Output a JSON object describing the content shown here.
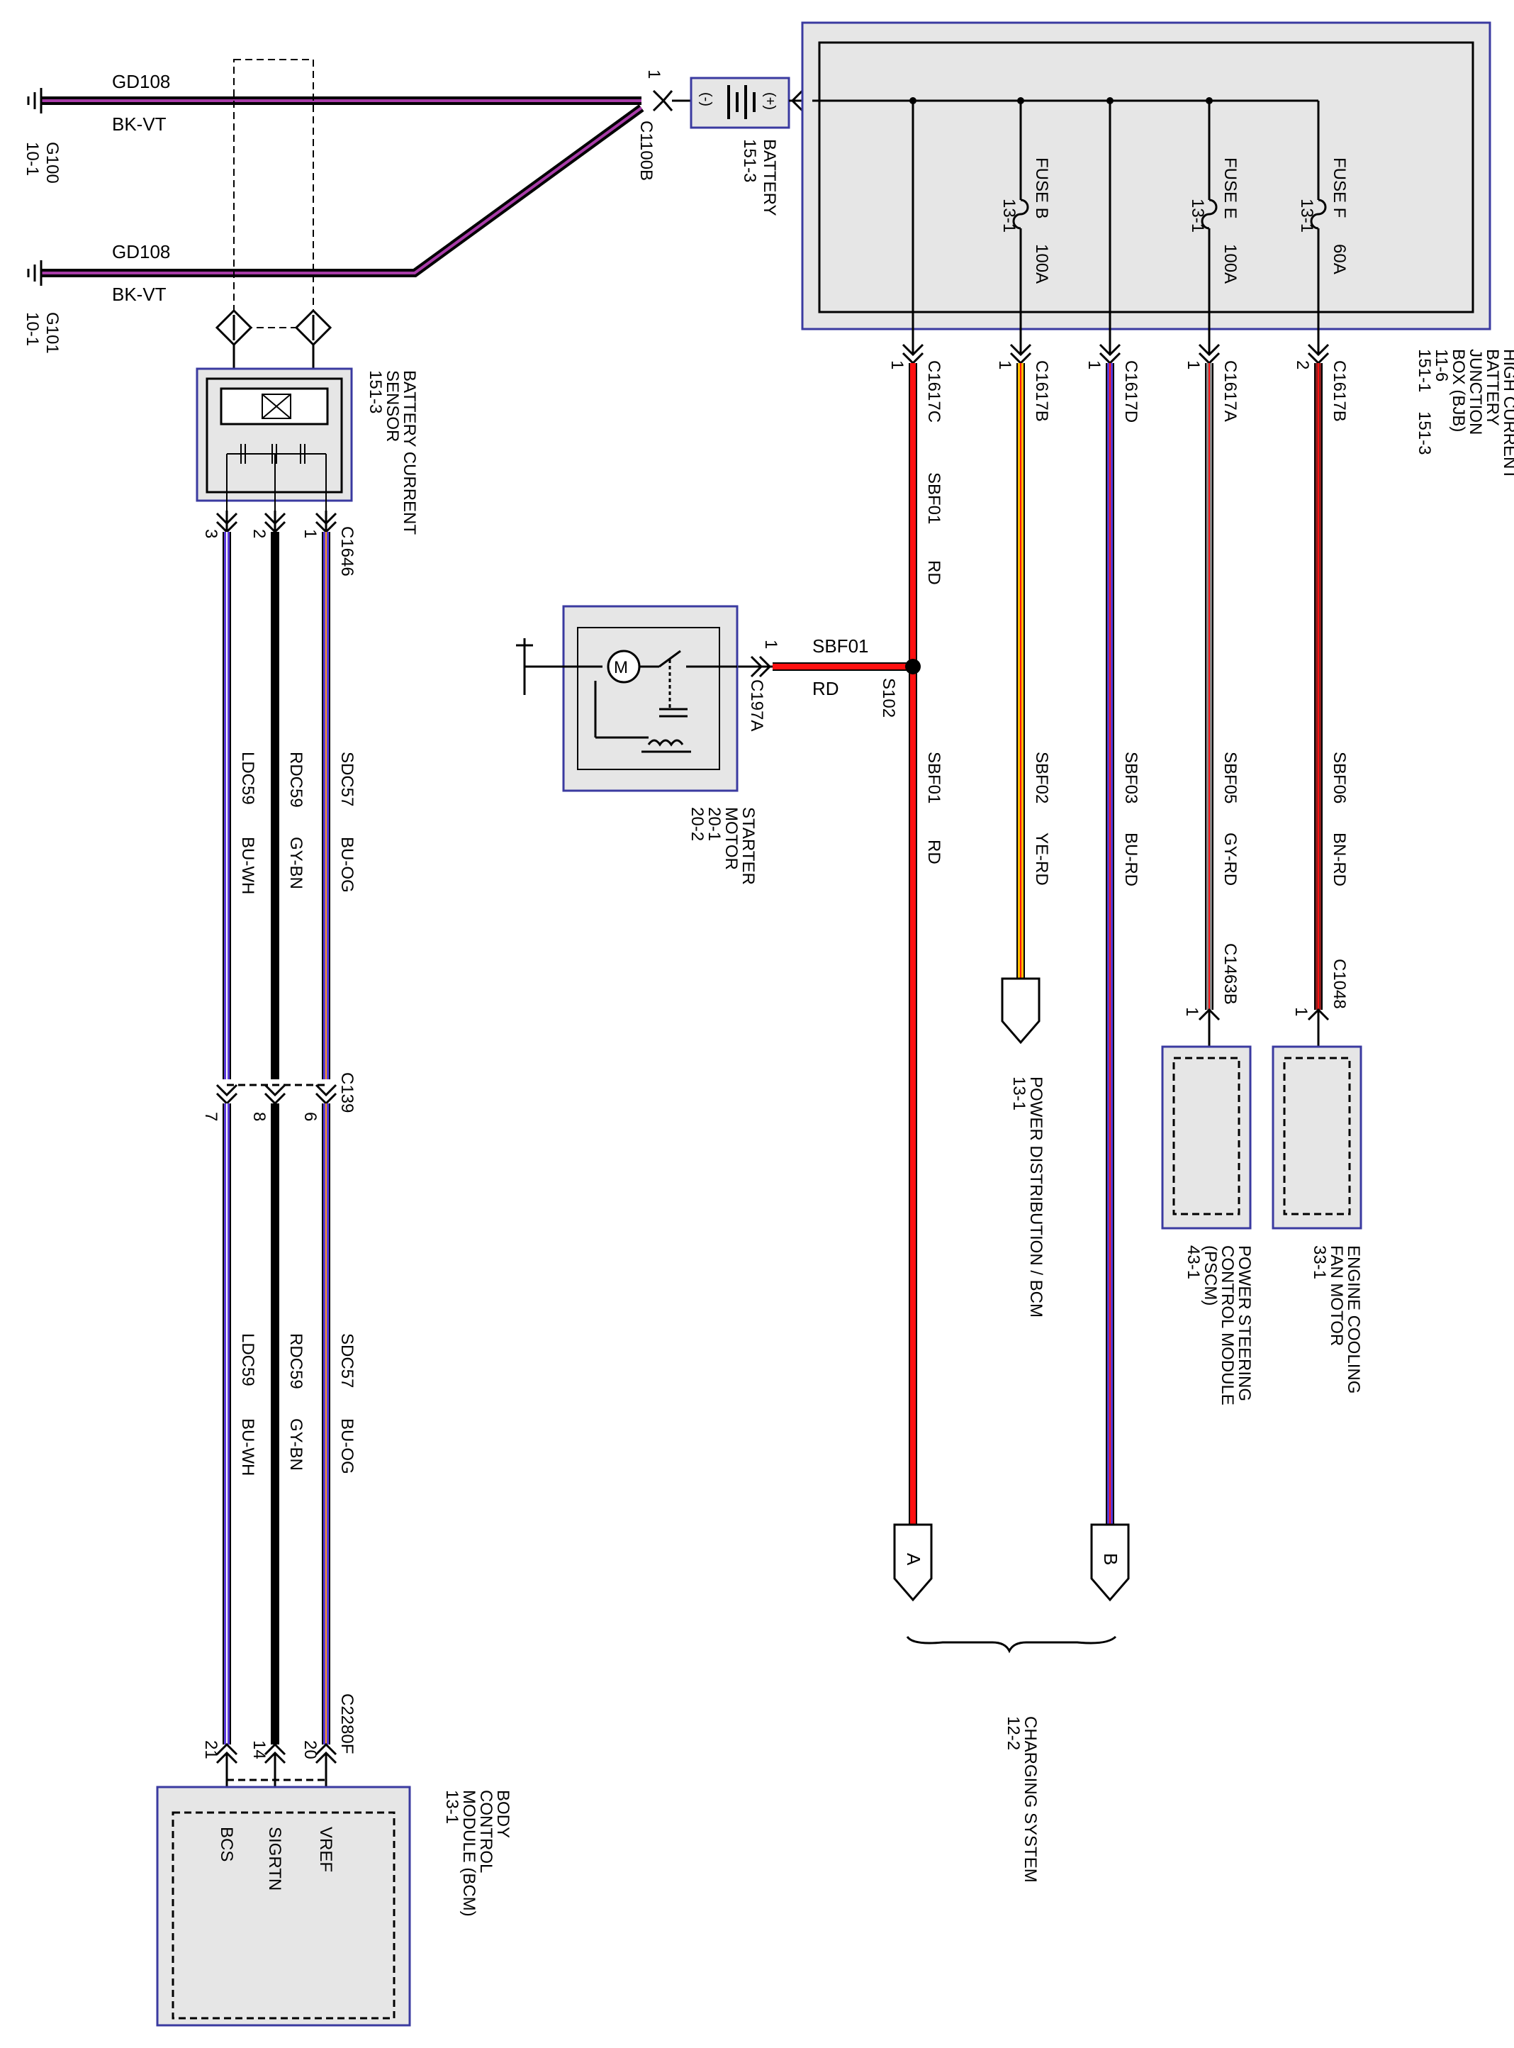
{
  "grounds": [
    {
      "circuit": "GD108",
      "color_code": "BK-VT",
      "id": "G100",
      "page": "10-1"
    },
    {
      "circuit": "GD108",
      "color_code": "BK-VT",
      "id": "G101",
      "page": "10-1"
    }
  ],
  "c1100b": {
    "pin": "1",
    "label": "C1100B"
  },
  "battery": {
    "name": "BATTERY",
    "page": "151-3",
    "neg": "(-)",
    "pos": "(+)"
  },
  "bjb": {
    "lines": [
      "HIGH CURRENT",
      "BATTERY",
      "JUNCTION",
      "BOX (BJB)",
      "11-6",
      "151-1    151-3"
    ],
    "fuses": [
      {
        "name": "FUSE B",
        "rating": "100A",
        "page": "13-1"
      },
      {
        "name": "FUSE E",
        "rating": "100A",
        "page": "13-1"
      },
      {
        "name": "FUSE F",
        "rating": "60A",
        "page": "13-1"
      }
    ],
    "outputs": [
      {
        "pin": "1",
        "connector": "C1617C",
        "circuit": "SBF01",
        "color_code": "RD"
      },
      {
        "pin": "1",
        "connector": "C1617B",
        "circuit": "SBF02",
        "color_code": "YE-RD"
      },
      {
        "pin": "1",
        "connector": "C1617D",
        "circuit": "SBF03",
        "color_code": "BU-RD"
      },
      {
        "pin": "1",
        "connector": "C1617A",
        "circuit": "SBF05",
        "color_code": "GY-RD"
      },
      {
        "pin": "2",
        "connector": "C1617B",
        "circuit": "SBF06",
        "color_code": "BN-RD"
      }
    ]
  },
  "sensor": {
    "lines": [
      "BATTERY CURRENT",
      "SENSOR",
      "151-3"
    ],
    "connector": "C1646",
    "pins": [
      "3",
      "2",
      "1"
    ]
  },
  "sensor_wires": [
    {
      "circuit": "LDC59",
      "color_code": "BU-WH"
    },
    {
      "circuit": "RDC59",
      "color_code": "GY-BN"
    },
    {
      "circuit": "SDC57",
      "color_code": "BU-OG"
    }
  ],
  "c139": {
    "label": "C139",
    "pins": [
      "7",
      "8",
      "6"
    ]
  },
  "bcm": {
    "lines": [
      "BODY",
      "CONTROL",
      "MODULE (BCM)",
      "13-1"
    ],
    "connector": "C2280F",
    "pins": [
      "21",
      "14",
      "20"
    ],
    "pin_names": [
      "BCS",
      "SIGRTN",
      "VREF"
    ]
  },
  "starter": {
    "lines": [
      "STARTER",
      "MOTOR",
      "20-1",
      "20-2"
    ],
    "pin": "1",
    "connector": "C197A",
    "circuit": "SBF01",
    "color_code": "RD"
  },
  "splice": {
    "label": "S102"
  },
  "power_dist": {
    "lines": [
      "POWER DISTRIBUTION / BCM",
      "13-1"
    ]
  },
  "pscm": {
    "pin": "1",
    "connector": "C1463B",
    "lines": [
      "POWER STEERING",
      "CONTROL MODULE",
      "(PSCM)",
      "43-1"
    ]
  },
  "fan": {
    "pin": "1",
    "connector": "C1048",
    "lines": [
      "ENGINE COOLING",
      "FAN MOTOR",
      "33-1"
    ]
  },
  "offpage": [
    {
      "label": "A"
    },
    {
      "label": "B"
    }
  ],
  "charging": {
    "lines": [
      "CHARGING SYSTEM",
      "12-2"
    ]
  },
  "colors": {
    "black": "#000000",
    "red": "#ff1010",
    "yellow": "#ffc000",
    "blue": "#5a3ad8",
    "violet": "#a83ca8",
    "brown": "#8b1e1e",
    "gray": "#8a8a8a",
    "white": "#ffffff",
    "orange": "#ff9a1a",
    "box_fill": "#e6e6e6",
    "box_border": "#3a3aa0"
  }
}
